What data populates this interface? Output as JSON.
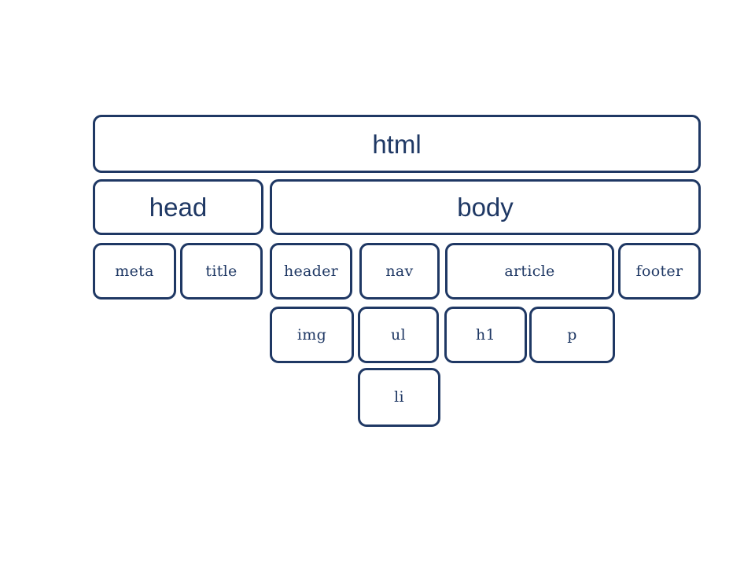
{
  "colors": {
    "border": "#1f3864",
    "text": "#1f3864",
    "background": "#ffffff"
  },
  "nodes": {
    "html": {
      "label": "html"
    },
    "head": {
      "label": "head"
    },
    "body": {
      "label": "body"
    },
    "meta": {
      "label": "meta"
    },
    "title": {
      "label": "title"
    },
    "header": {
      "label": "header"
    },
    "nav": {
      "label": "nav"
    },
    "article": {
      "label": "article"
    },
    "footer": {
      "label": "footer"
    },
    "img": {
      "label": "img"
    },
    "ul": {
      "label": "ul"
    },
    "h1": {
      "label": "h1"
    },
    "p": {
      "label": "p"
    },
    "li": {
      "label": "li"
    }
  },
  "tree": {
    "html": [
      "head",
      "body"
    ],
    "head": [
      "meta",
      "title"
    ],
    "body": [
      "header",
      "nav",
      "article",
      "footer"
    ],
    "header": [
      "img"
    ],
    "nav": [
      "ul"
    ],
    "article": [
      "h1",
      "p"
    ],
    "ul": [
      "li"
    ],
    "meta": [],
    "title": [],
    "footer": [],
    "img": [],
    "h1": [],
    "p": [],
    "li": []
  }
}
